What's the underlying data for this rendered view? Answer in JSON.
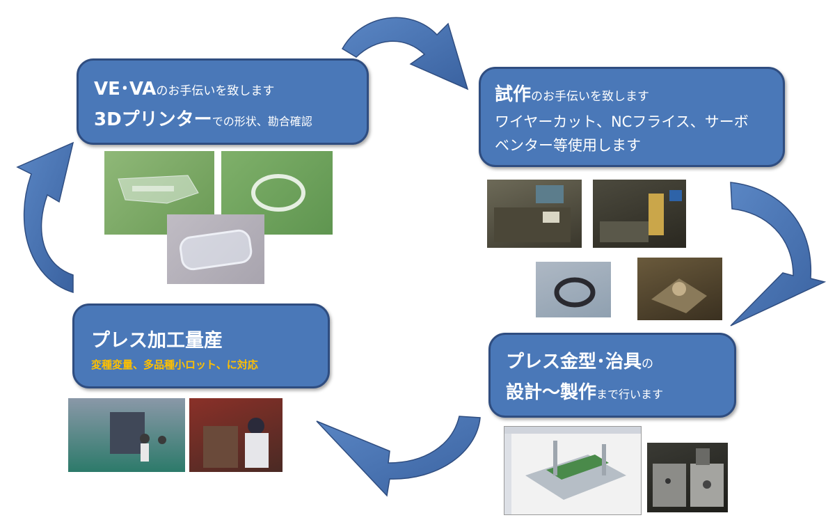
{
  "boxes": {
    "veva": {
      "line1_big": "VE･VA",
      "line1_small": "のお手伝いを致します",
      "line2_big": "3Dプリンター",
      "line2_small": "での形状、勘合確認"
    },
    "shisaku": {
      "line1_big": "試作",
      "line1_small": "のお手伝いを致します",
      "line2": "ワイヤーカット、NCフライス、サーボ",
      "line3": "ベンター等使用します"
    },
    "kanagata": {
      "line1_big": "プレス金型･治具",
      "line1_small": "の",
      "line2_big": "設計～製作",
      "line2_small": "まで行います"
    },
    "press": {
      "title": "プレス加工量産",
      "subtitle": "変種変量、多品種小ロット、に対応",
      "subtitle_color": "#ffc000"
    }
  },
  "colors": {
    "box_fill": "#4a78b8",
    "box_border": "#2f4d80",
    "arrow_fill": "#4a74b4"
  }
}
